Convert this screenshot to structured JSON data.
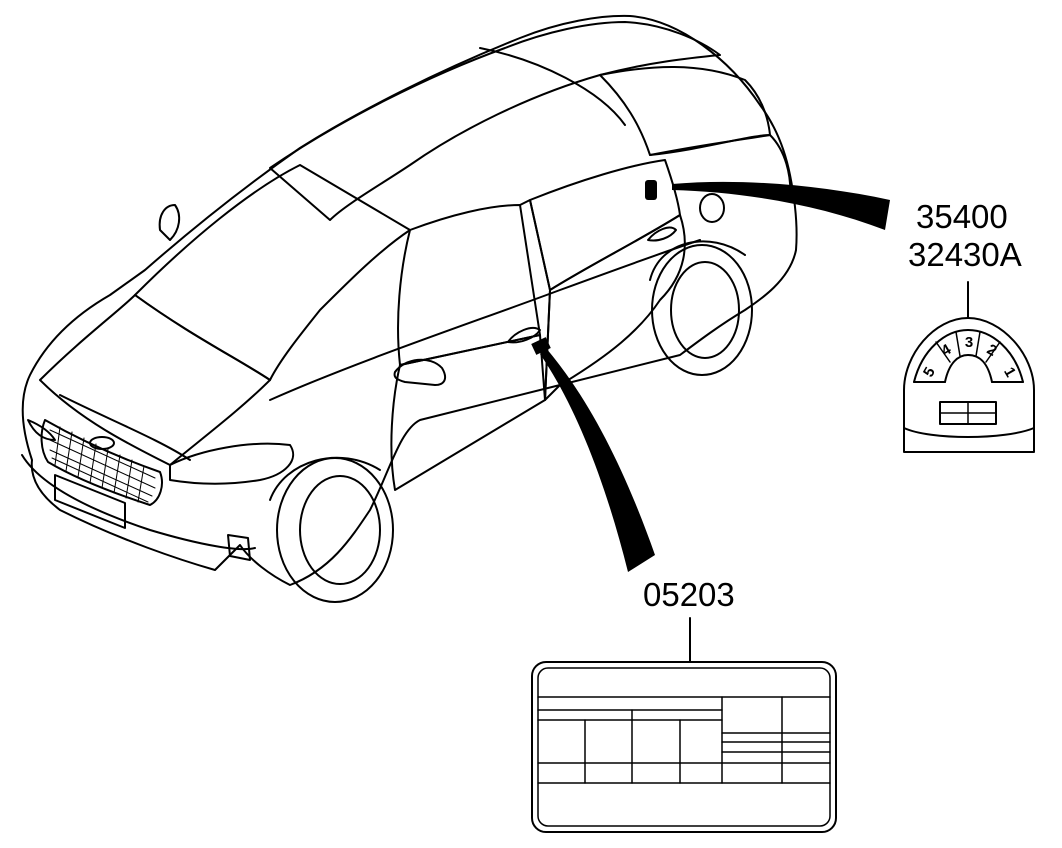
{
  "callouts": {
    "fuel_label_part_1": "35400",
    "fuel_label_part_2": "32430A",
    "tire_label_part": "05203"
  },
  "fuel_gauge_label": {
    "scale_numbers": [
      "5",
      "4",
      "3",
      "2",
      "1"
    ]
  },
  "colors": {
    "line": "#000000",
    "background": "#ffffff"
  }
}
